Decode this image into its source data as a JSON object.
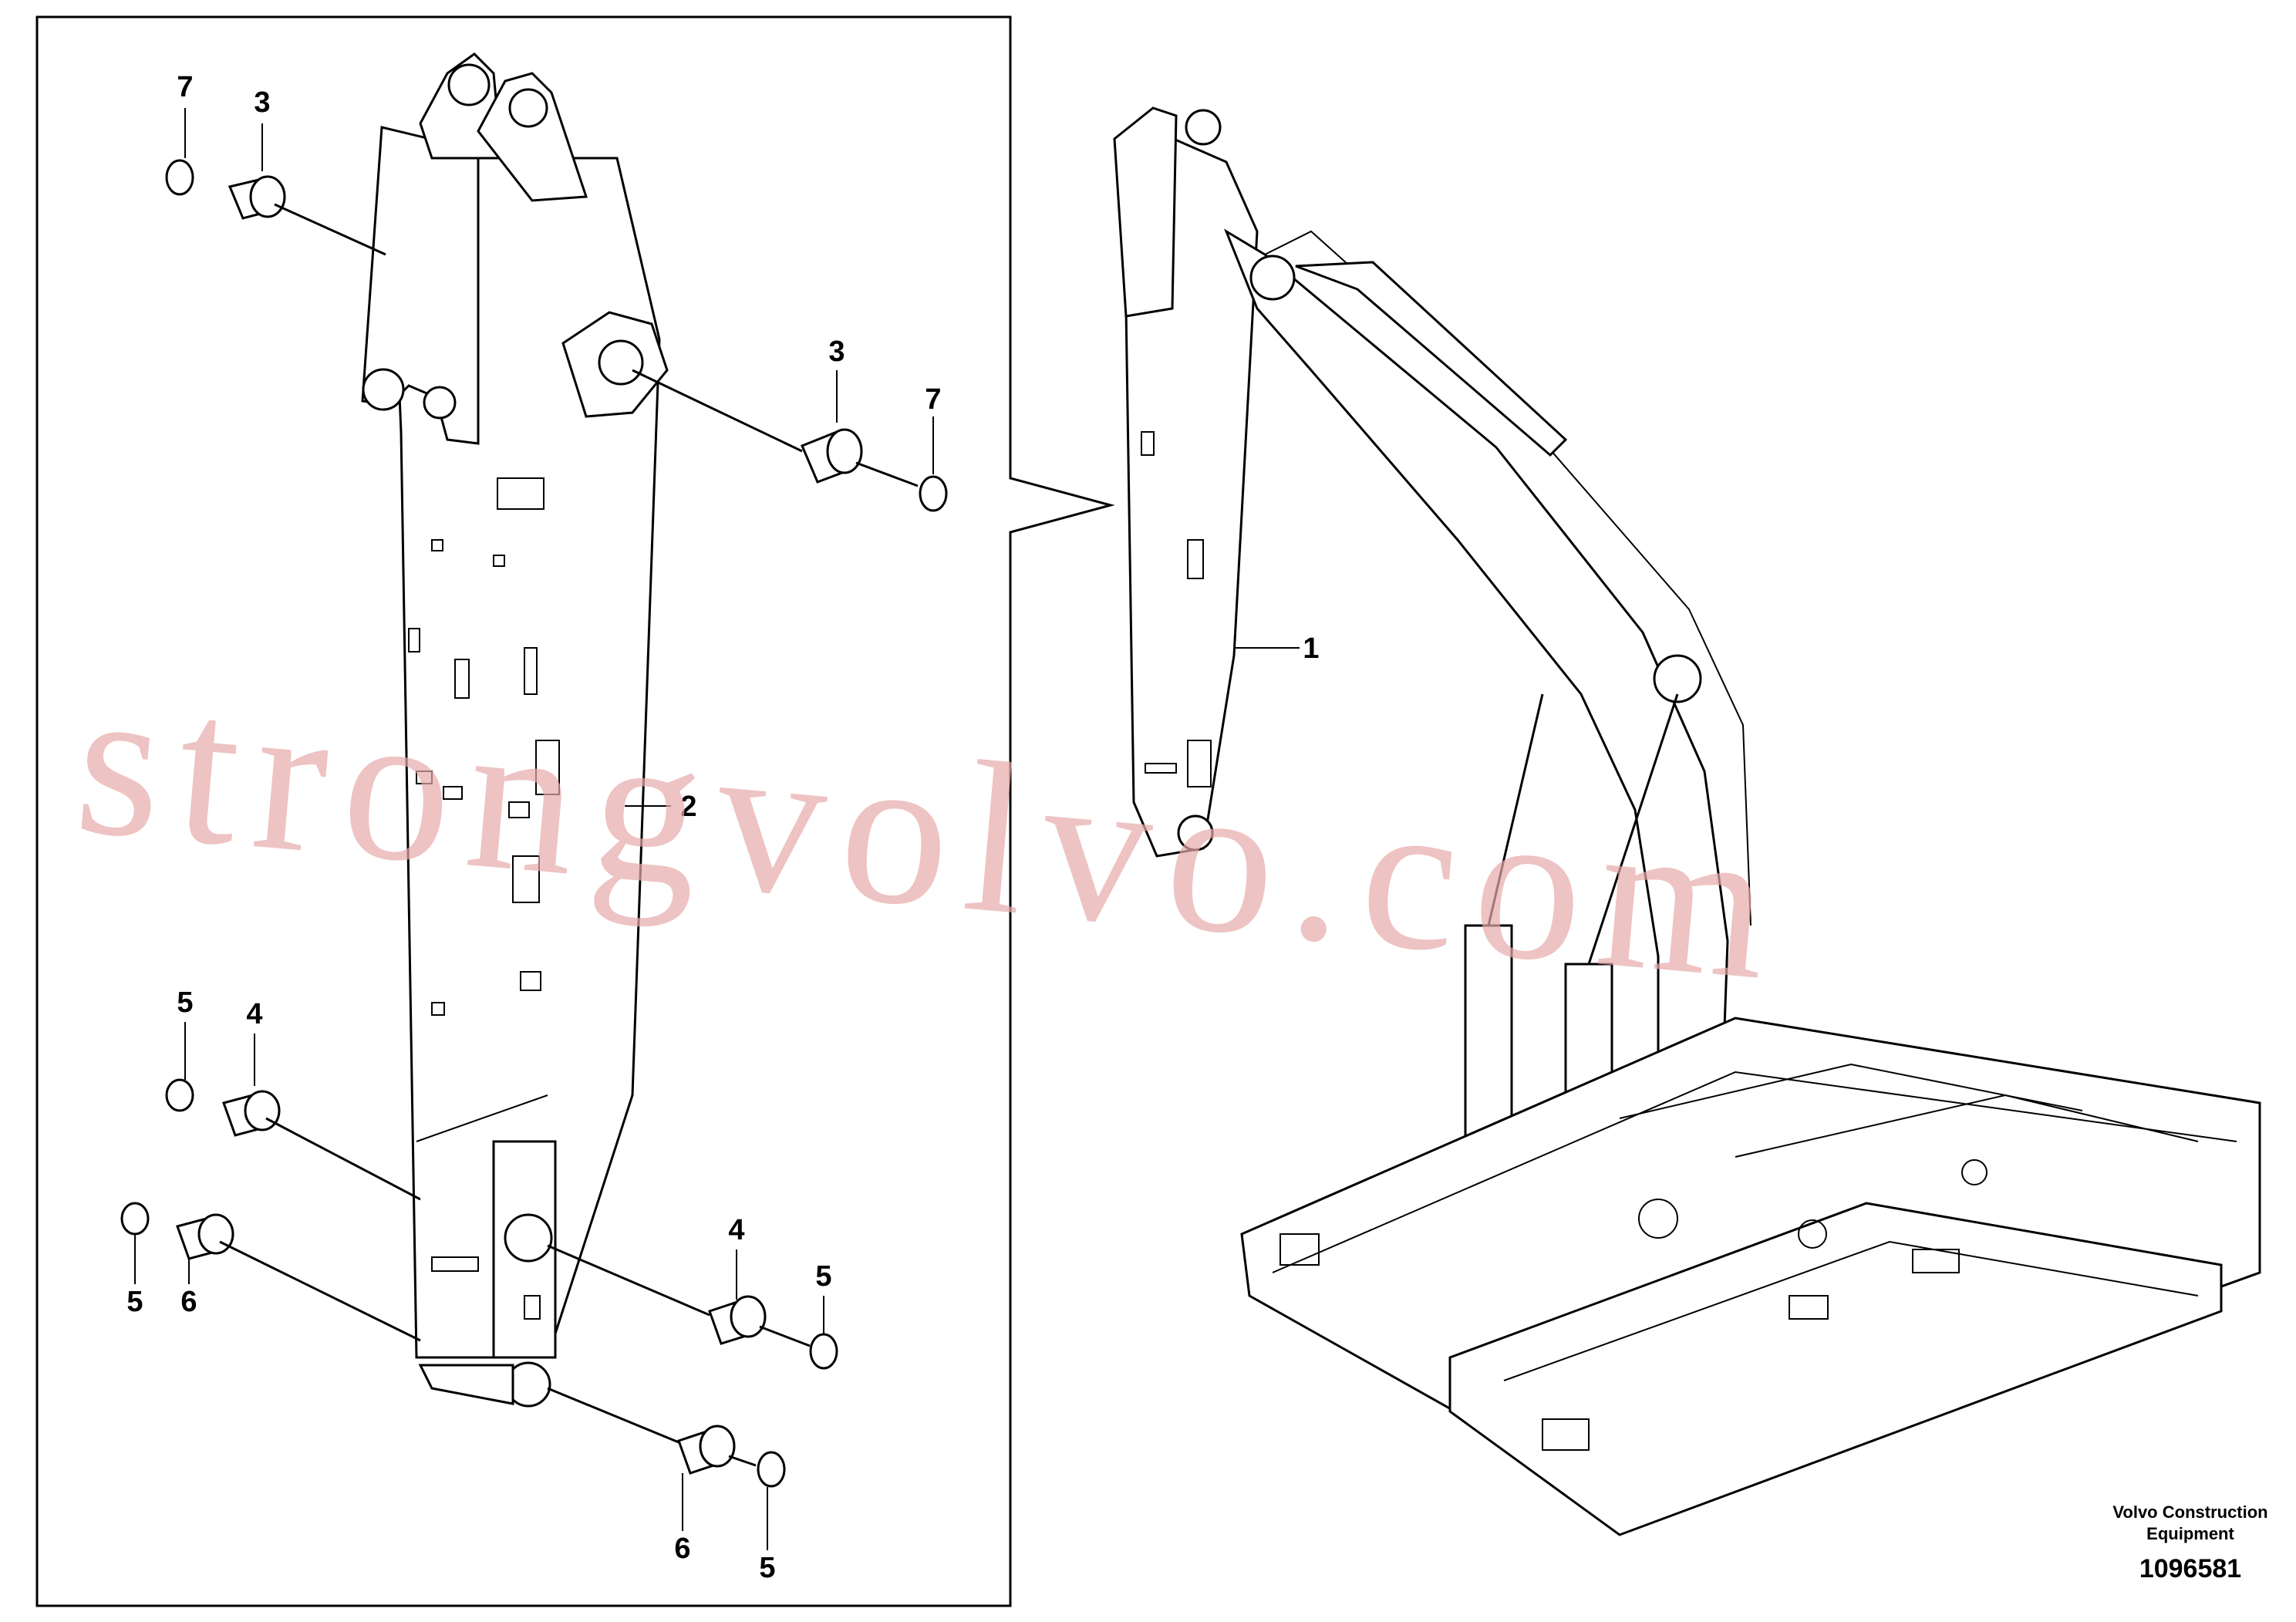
{
  "callouts": {
    "c7_top": "7",
    "c3_top": "3",
    "c3_right": "3",
    "c7_right": "7",
    "c1": "1",
    "c2": "2",
    "c5_upper_left": "5",
    "c4_left": "4",
    "c5_lower_left": "5",
    "c6_left": "6",
    "c4_right": "4",
    "c5_right": "5",
    "c6_bottom": "6",
    "c5_bottom": "5"
  },
  "watermark": "strongvolvo.com",
  "credit": {
    "line1": "Volvo Construction",
    "line2": "Equipment",
    "doc_number": "1096581"
  },
  "colors": {
    "line": "#000000",
    "watermark": "#e8aaaa",
    "background": "#ffffff"
  }
}
